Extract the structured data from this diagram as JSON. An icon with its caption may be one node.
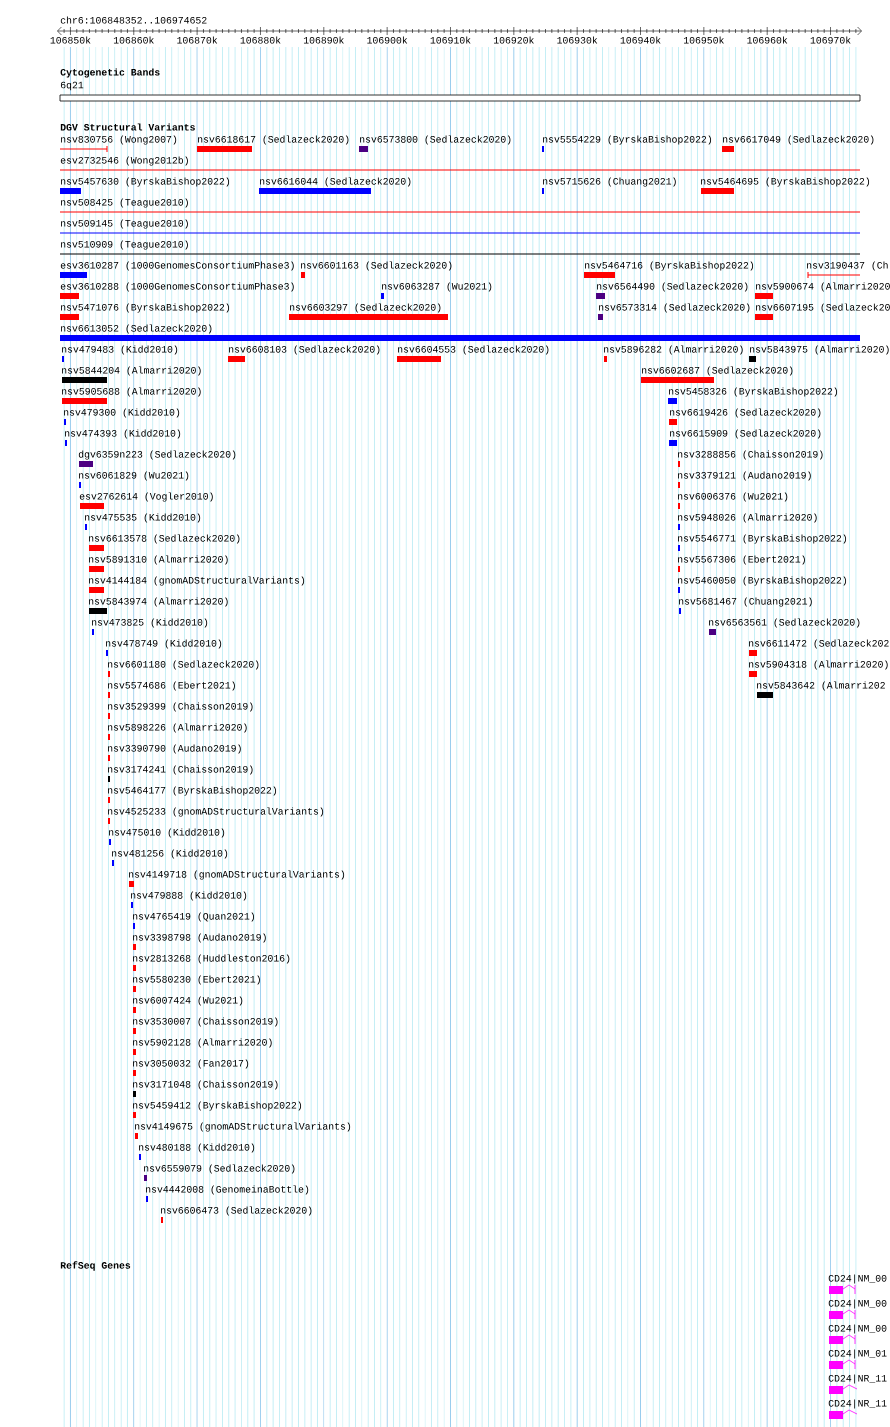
{
  "diagram": {
    "labels": [
      "chr6:106848352..106974652",
      "106850k",
      "106860k",
      "106870k",
      "106880k",
      "106890k",
      "106900k",
      "106910k",
      "106920k",
      "106930k",
      "106940k",
      "106950k",
      "106960k",
      "106970k",
      "Cytogenetic Bands",
      "6q21",
      "DGV Structural Variants",
      "nsv830756 (Wong2007)",
      "nsv6618617 (Sedlazeck2020)",
      "nsv6573800 (Sedlazeck2020)",
      "nsv5554229 (ByrskaBishop2022)",
      "nsv6617049 (Sedlazeck2020)",
      "esv2732546 (Wong2012b)",
      "nsv5457630 (ByrskaBishop2022)",
      "nsv6616044 (Sedlazeck2020)",
      "nsv5715626 (Chuang2021)",
      "nsv5464695 (ByrskaBishop2022)",
      "nsv508425 (Teague2010)",
      "nsv509145 (Teague2010)",
      "nsv510909 (Teague2010)",
      "esv3610287 (1000GenomesConsortiumPhase3)",
      "nsv6601163 (Sedlazeck2020)",
      "nsv5464716 (ByrskaBishop2022)",
      "nsv3190437 (Ch",
      "esv3610288 (1000GenomesConsortiumPhase3)",
      "nsv6063287 (Wu2021)",
      "nsv6564490 (Sedlazeck2020)",
      "nsv5900674 (Almarri2020",
      "nsv5471076 (ByrskaBishop2022)",
      "nsv6603297 (Sedlazeck2020)",
      "nsv6573314 (Sedlazeck2020)",
      "nsv6607195 (Sedlazeck20",
      "nsv6613052 (Sedlazeck2020)",
      "nsv479483 (Kidd2010)",
      "nsv6608103 (Sedlazeck2020)",
      "nsv6604553 (Sedlazeck2020)",
      "nsv5896282 (Almarri2020)",
      "nsv5843975 (Almarri2020)",
      "nsv5844204 (Almarri2020)",
      "nsv6602687 (Sedlazeck2020)",
      "nsv5905688 (Almarri2020)",
      "nsv5458326 (ByrskaBishop2022)",
      "nsv479300 (Kidd2010)",
      "nsv6619426 (Sedlazeck2020)",
      "nsv474393 (Kidd2010)",
      "nsv6615909 (Sedlazeck2020)",
      "dgv6359n223 (Sedlazeck2020)",
      "nsv3288856 (Chaisson2019)",
      "nsv6061829 (Wu2021)",
      "nsv3379121 (Audano2019)",
      "esv2762614 (Vogler2010)",
      "nsv6006376 (Wu2021)",
      "nsv475535 (Kidd2010)",
      "nsv5948026 (Almarri2020)",
      "nsv6613578 (Sedlazeck2020)",
      "nsv5546771 (ByrskaBishop2022)",
      "nsv5891310 (Almarri2020)",
      "nsv5567306 (Ebert2021)",
      "nsv4144184 (gnomADStructuralVariants)",
      "nsv5460050 (ByrskaBishop2022)",
      "nsv5843974 (Almarri2020)",
      "nsv5681467 (Chuang2021)",
      "nsv473825 (Kidd2010)",
      "nsv6563561 (Sedlazeck2020)",
      "nsv478749 (Kidd2010)",
      "nsv6611472 (Sedlazeck202",
      "nsv6601180 (Sedlazeck2020)",
      "nsv5904318 (Almarri2020)",
      "nsv5574686 (Ebert2021)",
      "nsv5843642 (Almarri202",
      "nsv3529399 (Chaisson2019)",
      "nsv5898226 (Almarri2020)",
      "nsv3390790 (Audano2019)",
      "nsv3174241 (Chaisson2019)",
      "nsv5464177 (ByrskaBishop2022)",
      "nsv4525233 (gnomADStructuralVariants)",
      "nsv475010 (Kidd2010)",
      "nsv481256 (Kidd2010)",
      "nsv4149718 (gnomADStructuralVariants)",
      "nsv479888 (Kidd2010)",
      "nsv4765419 (Quan2021)",
      "nsv3398798 (Audano2019)",
      "nsv2813268 (Huddleston2016)",
      "nsv5580230 (Ebert2021)",
      "nsv6007424 (Wu2021)",
      "nsv3530007 (Chaisson2019)",
      "nsv5902128 (Almarri2020)",
      "nsv3050032 (Fan2017)",
      "nsv3171048 (Chaisson2019)",
      "nsv5459412 (ByrskaBishop2022)",
      "nsv4149675 (gnomADStructuralVariants)",
      "nsv480188 (Kidd2010)",
      "nsv6559079 (Sedlazeck2020)",
      "nsv4442008 (GenomeinaBottle)",
      "nsv6606473 (Sedlazeck2020)",
      "RefSeq Genes",
      "CD24|NM_00",
      "CD24|NM_00",
      "CD24|NM_00",
      "CD24|NM_01",
      "CD24|NR_11",
      "CD24|NR_11"
    ]
  }
}
